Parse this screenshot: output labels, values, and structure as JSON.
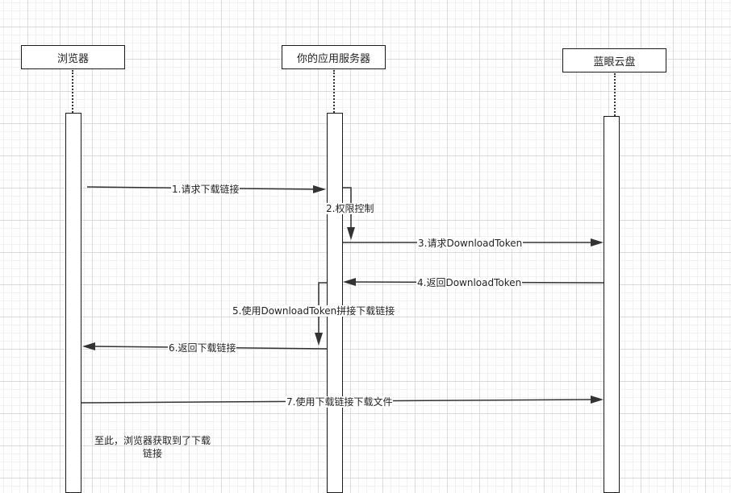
{
  "participants": {
    "browser": "浏览器",
    "app_server": "你的应用服务器",
    "lanyan_cloud": "蓝眼云盘"
  },
  "messages": {
    "m1": "1.请求下载链接",
    "m2": "2.权限控制",
    "m3": "3.请求DownloadToken",
    "m4": "4.返回DownloadToken",
    "m5": "5.使用DownloadToken拼接下载链接",
    "m6": "6.返回下载链接",
    "m7": "7.使用下载链接下载文件"
  },
  "note": {
    "line1": "至此，浏览器获取到了下载",
    "line2": "链接"
  }
}
